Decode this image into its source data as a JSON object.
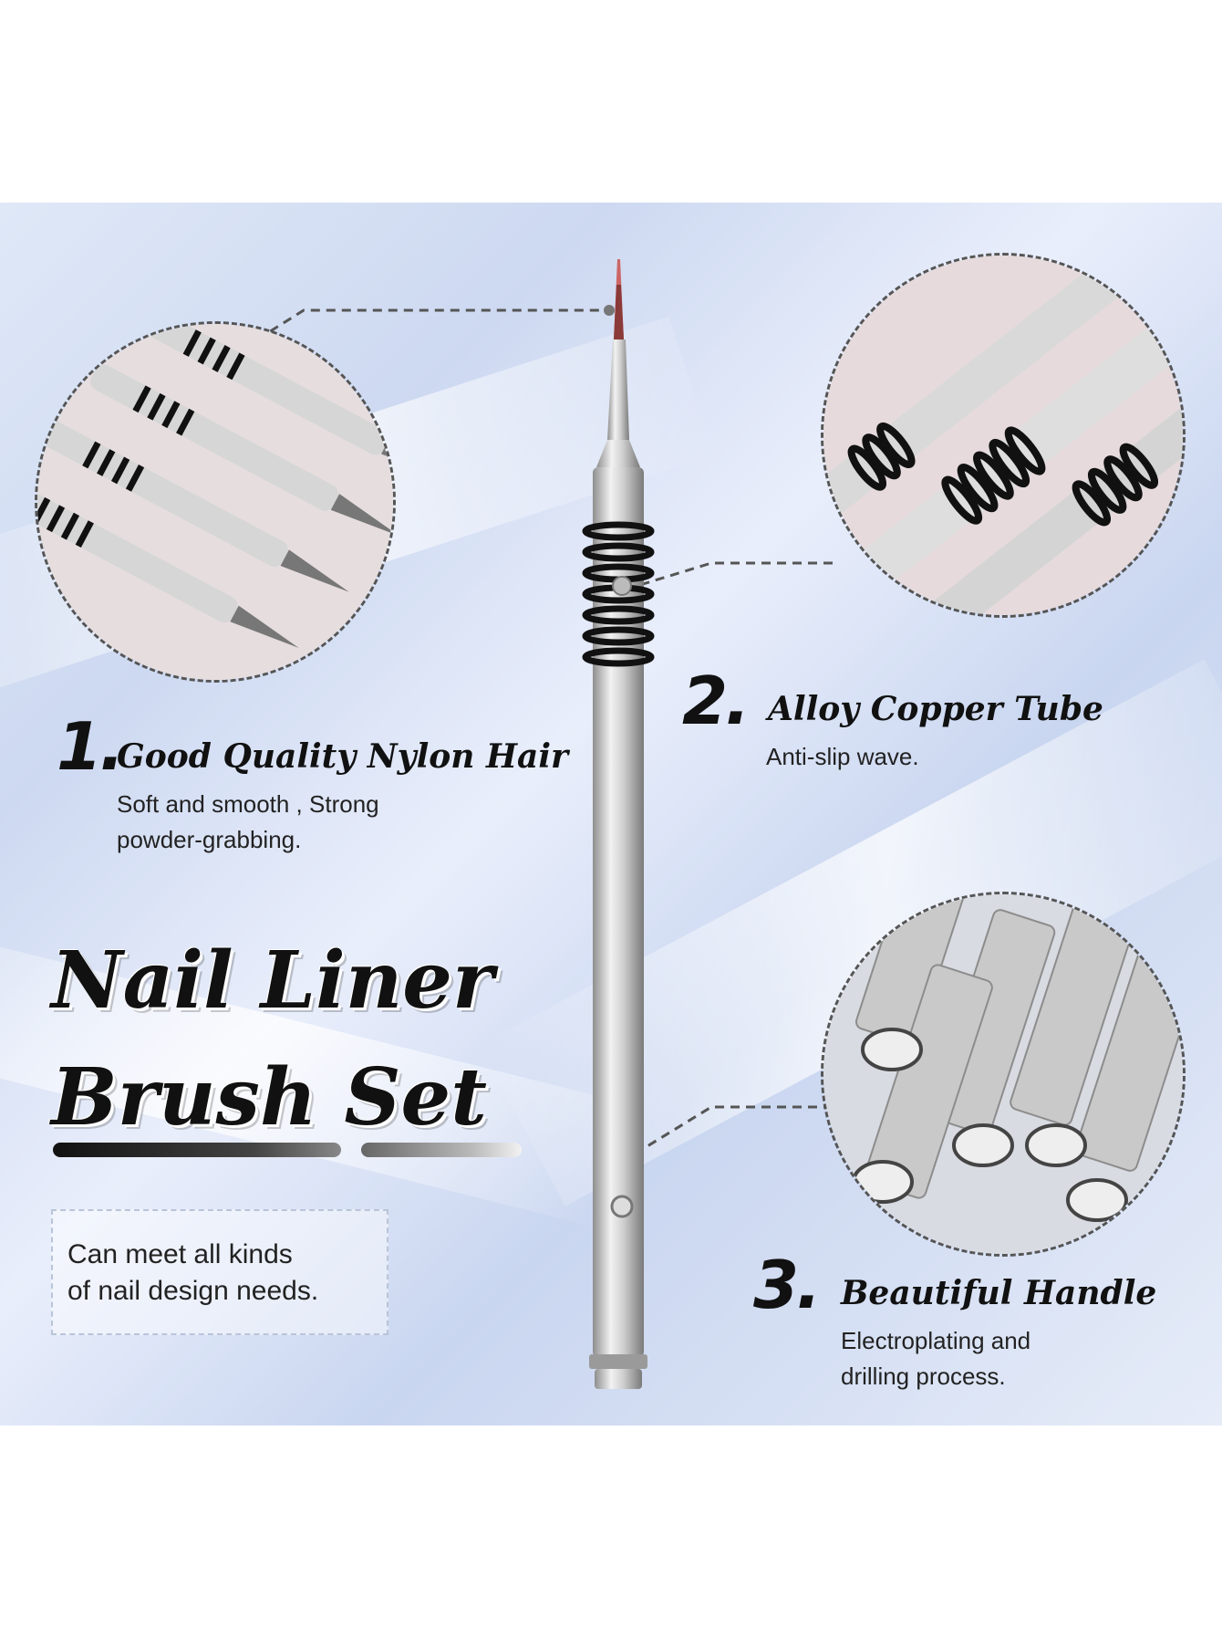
{
  "title": {
    "line1": "Nail Liner",
    "line2": "Brush Set"
  },
  "note": {
    "line1": "Can meet all kinds",
    "line2": "of nail design needs."
  },
  "features": [
    {
      "number": "1.",
      "heading": "Good Quality Nylon Hair",
      "desc_line1": "Soft and smooth , Strong",
      "desc_line2": "powder-grabbing."
    },
    {
      "number": "2.",
      "heading": "Alloy Copper Tube",
      "desc_line1": "Anti-slip wave."
    },
    {
      "number": "3.",
      "heading": "Beautiful Handle",
      "desc_line1": "Electroplating and",
      "desc_line2": "drilling process."
    }
  ],
  "colors": {
    "ring_black": "#111111",
    "silver": "#c8c8c8",
    "dashed": "#555555"
  }
}
